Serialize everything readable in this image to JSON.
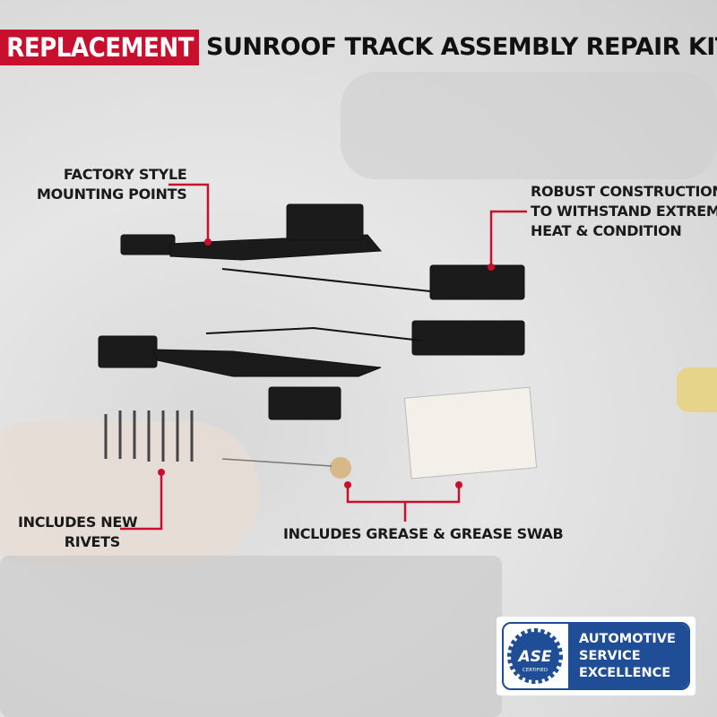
{
  "title": {
    "highlight": "REPLACEMENT",
    "rest": "SUNROOF TRACK ASSEMBLY REPAIR KIT"
  },
  "callouts": {
    "mounting": [
      "FACTORY STYLE",
      "MOUNTING POINTS"
    ],
    "robust": [
      "ROBUST CONSTRUCTION",
      "TO WITHSTAND EXTREME",
      "HEAT & CONDITION"
    ],
    "rivets": [
      "INCLUDES NEW",
      "RIVETS"
    ],
    "grease": "INCLUDES GREASE & GREASE SWAB"
  },
  "badge": {
    "logo_text": "ASE",
    "logo_sub": "CERTIFIED",
    "lines": [
      "AUTOMOTIVE",
      "SERVICE",
      "EXCELLENCE"
    ]
  },
  "colors": {
    "accent": "#c8102e",
    "ase_blue": "#1f4e96",
    "text": "#1a1a1a"
  }
}
